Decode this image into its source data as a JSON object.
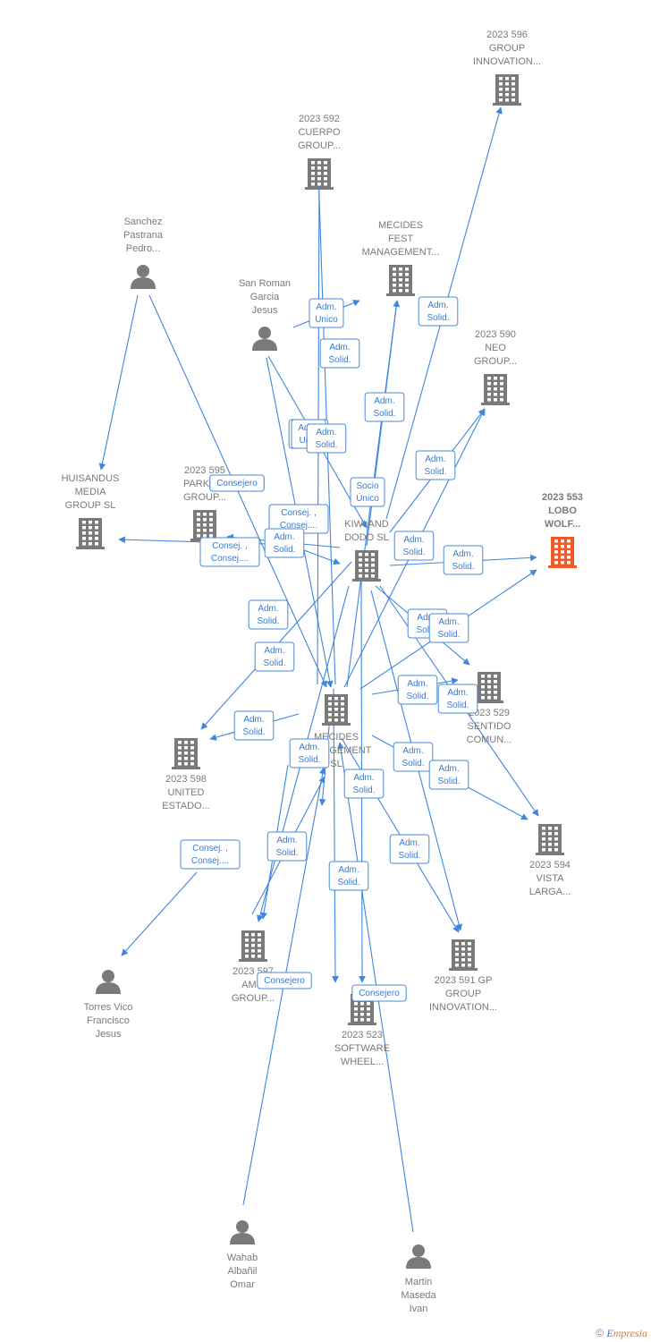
{
  "nodes": [
    {
      "id": "n596",
      "type": "company",
      "lines": [
        "2023 596",
        "GROUP",
        "INNOVATION..."
      ],
      "highlight": false
    },
    {
      "id": "n592",
      "type": "company",
      "lines": [
        "2023 592",
        "CUERPO",
        "GROUP..."
      ],
      "highlight": false
    },
    {
      "id": "nmfest",
      "type": "company",
      "lines": [
        "MECIDES",
        "FEST",
        "MANAGEMENT..."
      ],
      "highlight": false
    },
    {
      "id": "n590",
      "type": "company",
      "lines": [
        "2023 590",
        "NEO",
        "GROUP..."
      ],
      "highlight": false
    },
    {
      "id": "nhuis",
      "type": "company",
      "lines": [
        "HUISANDUS",
        "MEDIA",
        "GROUP  SL"
      ],
      "highlight": false
    },
    {
      "id": "n595",
      "type": "company",
      "lines": [
        "2023 595",
        "PARKW...",
        "GROUP..."
      ],
      "highlight": false
    },
    {
      "id": "nkiwi",
      "type": "company",
      "lines": [
        "KIWI AND",
        "DODO  SL"
      ],
      "highlight": false
    },
    {
      "id": "n553",
      "type": "company",
      "lines": [
        "2023 553",
        "LOBO",
        "WOLF..."
      ],
      "highlight": true
    },
    {
      "id": "nmecides",
      "type": "company",
      "lines": [
        "MECIDES",
        "MANAGEMENT",
        "SL"
      ],
      "highlight": false
    },
    {
      "id": "n529",
      "type": "company",
      "lines": [
        "2023 529",
        "SENTIDO",
        "COMUN..."
      ],
      "highlight": false
    },
    {
      "id": "n598",
      "type": "company",
      "lines": [
        "2023 598",
        "UNITED",
        "ESTADO..."
      ],
      "highlight": false
    },
    {
      "id": "n594",
      "type": "company",
      "lines": [
        "2023 594",
        "VISTA",
        "LARGA..."
      ],
      "highlight": false
    },
    {
      "id": "n597",
      "type": "company",
      "lines": [
        "2023 597",
        "AM...",
        "GROUP..."
      ],
      "highlight": false
    },
    {
      "id": "n591",
      "type": "company",
      "lines": [
        "2023 591 GP",
        "GROUP",
        "INNOVATION..."
      ],
      "highlight": false
    },
    {
      "id": "n523",
      "type": "company",
      "lines": [
        "2023 523",
        "SOFTWARE",
        "WHEEL..."
      ],
      "highlight": false
    },
    {
      "id": "psanchez",
      "type": "person",
      "lines": [
        "Sanchez",
        "Pastrana",
        "Pedro..."
      ],
      "highlight": false
    },
    {
      "id": "psanroman",
      "type": "person",
      "lines": [
        "San Roman",
        "Garcia",
        "Jesus"
      ],
      "highlight": false
    },
    {
      "id": "ptorres",
      "type": "person",
      "lines": [
        "Torres Vico",
        "Francisco",
        "Jesus"
      ],
      "highlight": false
    },
    {
      "id": "pwahab",
      "type": "person",
      "lines": [
        "Wahab",
        "Albañil",
        "Omar"
      ],
      "highlight": false
    },
    {
      "id": "pmartin",
      "type": "person",
      "lines": [
        "Martin",
        "Maseda",
        "Ivan"
      ],
      "highlight": false
    }
  ],
  "edge_labels": [
    {
      "lines": [
        "Adm.",
        "Unico"
      ]
    },
    {
      "lines": [
        "Adm.",
        "Solid."
      ]
    },
    {
      "lines": [
        "Adm.",
        "Solid."
      ]
    },
    {
      "lines": [
        "Consejero"
      ]
    },
    {
      "lines": [
        "Adm.",
        "Solid."
      ]
    },
    {
      "lines": [
        "Adm.",
        "Un..."
      ]
    },
    {
      "lines": [
        "Adm.",
        "Solid."
      ]
    },
    {
      "lines": [
        "Adm.",
        "Solid."
      ]
    },
    {
      "lines": [
        "Socio",
        "Único"
      ]
    },
    {
      "lines": [
        "Consejero"
      ]
    },
    {
      "lines": [
        "Consej. ,",
        "Consej...."
      ]
    },
    {
      "lines": [
        "Consej. ,",
        "Consej...."
      ]
    },
    {
      "lines": [
        "Adm.",
        "Solid."
      ]
    },
    {
      "lines": [
        "Adm.",
        "Solid."
      ]
    },
    {
      "lines": [
        "Adm.",
        "Solid."
      ]
    },
    {
      "lines": [
        "Adm.",
        "Solid."
      ]
    },
    {
      "lines": [
        "Adm.",
        "Solid."
      ]
    },
    {
      "lines": [
        "Adm.",
        "Solid."
      ]
    },
    {
      "lines": [
        "Adm.",
        "Solid."
      ]
    },
    {
      "lines": [
        "Adm.",
        "Solid."
      ]
    },
    {
      "lines": [
        "Adm.",
        "Solid."
      ]
    },
    {
      "lines": [
        "Adm.",
        "Solid."
      ]
    },
    {
      "lines": [
        "Adm.",
        "Solid."
      ]
    },
    {
      "lines": [
        "Adm.",
        "Solid."
      ]
    },
    {
      "lines": [
        "Adm.",
        "Solid."
      ]
    },
    {
      "lines": [
        "Adm.",
        "Solid."
      ]
    },
    {
      "lines": [
        "Consej. ,",
        "Consej...."
      ]
    },
    {
      "lines": [
        "Adm.",
        "Solid."
      ]
    },
    {
      "lines": [
        "Adm.",
        "Solid."
      ]
    },
    {
      "lines": [
        "Adm.",
        "Solid."
      ]
    },
    {
      "lines": [
        "Consejero"
      ]
    },
    {
      "lines": [
        "Consejero"
      ]
    },
    {
      "lines": [
        "Adm.",
        "Solid."
      ]
    }
  ],
  "footer": {
    "copyright": "©",
    "brand_initial": "E",
    "brand_rest": "mpresia"
  },
  "colors": {
    "edge": "#3f86de",
    "company_icon": "#7a7a7a",
    "highlight_icon": "#f05a28",
    "person_icon": "#7a7a7a",
    "label_text": "#3a7ad0"
  }
}
